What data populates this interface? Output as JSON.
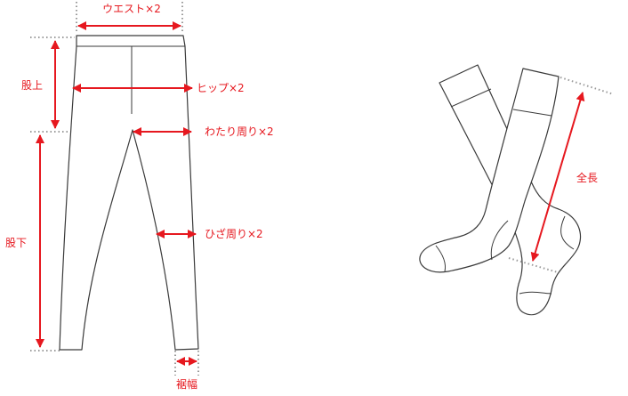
{
  "colors": {
    "accent": "#e6181f",
    "outline": "#3a3a3a",
    "guide": "#9a9a9a"
  },
  "leggings": {
    "waist_label": "ウエスト×2",
    "rise_label": "股上",
    "hip_label": "ヒップ×2",
    "thigh_label": "わたり周り×2",
    "knee_label": "ひざ周り×2",
    "inseam_label": "股下",
    "hem_label": "裾幅"
  },
  "socks": {
    "length_label": "全長"
  }
}
